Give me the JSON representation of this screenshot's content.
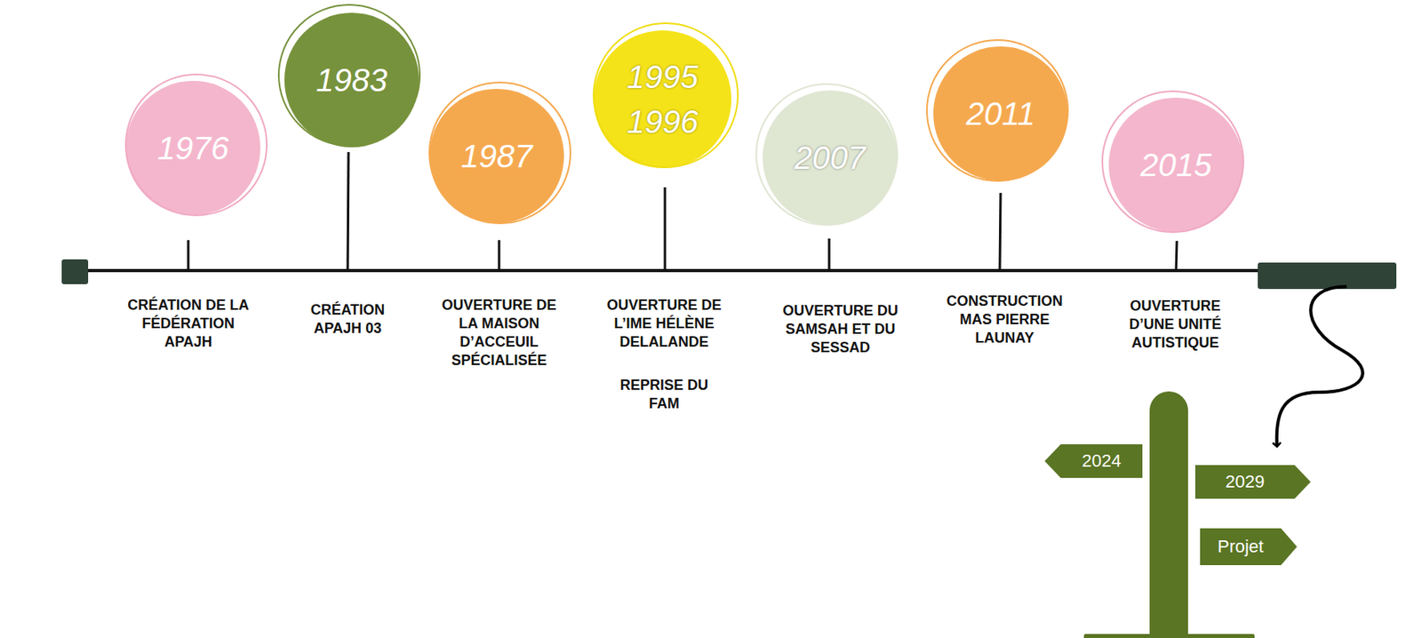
{
  "diagram": {
    "nodes": [
      {
        "text": [
          "1976"
        ]
      },
      {
        "text": [
          "1983"
        ]
      },
      {
        "text": [
          "1987"
        ]
      },
      {
        "text": [
          "1995",
          "1996"
        ]
      },
      {
        "text": [
          "2007"
        ]
      },
      {
        "text": [
          "2011"
        ]
      },
      {
        "text": [
          "2015"
        ]
      },
      {
        "text": [
          "2024"
        ]
      },
      {
        "text": [
          "2029"
        ]
      },
      {
        "text": [
          "Projet"
        ]
      }
    ],
    "labels": [
      "CRÉATION DE LA FÉDÉRATION APAJH",
      "CRÉATION APAJH 03",
      "OUVERTURE DE LA MAISON D’ACCEUIL SPÉCIALISÉE",
      "OUVERTURE DE L’IME HÉLÈNE DELALANDE",
      "REPRISE DU FAM",
      "OUVERTURE DU SAMSAH ET DU SESSAD",
      "CONSTRUCTION MAS PIERRE LAUNAY",
      "OUVERTURE D’UNE UNITÉ AUTISTIQUE"
    ]
  }
}
